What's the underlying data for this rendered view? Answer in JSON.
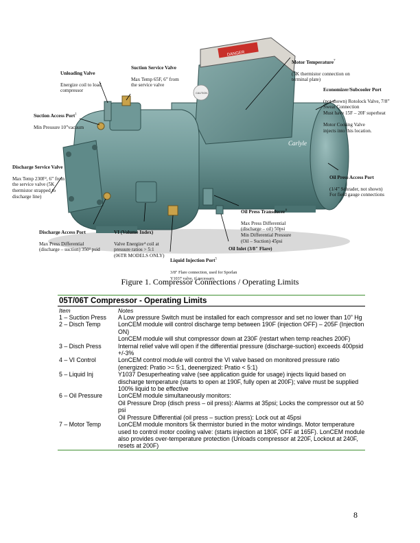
{
  "figure": {
    "callouts": [
      {
        "id": "unloading",
        "title": "Unloading Valve",
        "sup": "",
        "body": "Energize coil to load\ncompressor"
      },
      {
        "id": "suction-service",
        "title": "Suction Service Valve",
        "sup": "",
        "body": "Max Temp 65F, 6” from\nthe service valve"
      },
      {
        "id": "motor-temp",
        "title": "Motor Temperature",
        "sup": "7",
        "body": "(5K thermistor connection on\nterminal plate)"
      },
      {
        "id": "economizer",
        "title": "Economizer/Subcooler Port",
        "sup": "",
        "body": "(not shown) Rotolock Valve, 7/8”\nSweat Connection\nMust have 15F – 20F superheat\n\nMotor Cooling Valve\ninjects into this location."
      },
      {
        "id": "suction-access",
        "title": "Suction Access Port",
        "sup": "1",
        "body": "Min Pressure 10”vacuum"
      },
      {
        "id": "discharge-service",
        "title": "Discharge Service Valve",
        "sup": "",
        "body": "Max Temp 230F², 6” from\nthe service valve (5K\nthermistor strapped to\ndischarge line)"
      },
      {
        "id": "oil-press-access",
        "title": "Oil Press Access Port",
        "sup": "",
        "body": "(1/4” Schrader, not shown)\nFor field gauge connections"
      },
      {
        "id": "oil-press-transducer",
        "title": "Oil Press Transducer",
        "sup": "6",
        "body": "Max Press Differential\n(discharge – oil) 50psi\nMin Differential Pressure\n(Oil – Suction) 45psi"
      },
      {
        "id": "discharge-access",
        "title": "Discharge Access Port",
        "sup": "",
        "body": "Max Press Differential\n(discharge – suction) 350³ psid"
      },
      {
        "id": "vi-valve",
        "title": "VI (Volume Index)",
        "sup": "",
        "body": "Valve Energize⁴ coil at\npressure ratios > 5:1\n(06TR MODELS ONLY)"
      },
      {
        "id": "oil-inlet",
        "title": "Oil Inlet (3/8\" Flare)",
        "sup": "",
        "body": ""
      },
      {
        "id": "liquid-injection",
        "title": "Liquid Injection Port",
        "sup": "5",
        "body": "3/8\" Flare connection, used for Sporlan\nY1037 valve, if necessary."
      }
    ],
    "nameplate": "Carlyle",
    "danger_label": "DANGER",
    "caution_label": "CAUTION"
  },
  "caption": "Figure 1.  Compressor Connections / Operating Limits",
  "limits": {
    "title": "05T/06T Compressor - Operating Limits",
    "col_item": "Item",
    "col_notes": "Notes",
    "rows": [
      {
        "item": "1 – Suction Press",
        "notes": [
          "A Low pressure Switch must be installed for each compressor and set no lower than 10” Hg"
        ]
      },
      {
        "item": "2 – Disch Temp",
        "notes": [
          "LonCEM module will control discharge temp between 190F (injection OFF) – 205F (Injection ON)",
          "LonCEM module will shut compressor down at 230F (restart when temp reaches 200F)"
        ]
      },
      {
        "item": "3 – Disch Press",
        "notes": [
          "Internal relief valve will open if the differential pressure (discharge-suction) exceeds 400psid +/-3%"
        ]
      },
      {
        "item": "4 – VI Control",
        "notes": [
          "LonCEM control module will control the VI valve based on monitored pressure ratio (energized: Pratio >= 5:1, deenergized: Pratio < 5:1)"
        ]
      },
      {
        "item": "5 – Liquid Inj",
        "notes": [
          "Y1037 Desuperheating valve (see application guide for usage) injects liquid based on discharge temperature (starts to open at 190F, fully open at 200F); valve must be supplied 100% liquid to be effective"
        ]
      },
      {
        "item": "6 – Oil Pressure",
        "notes": [
          "LonCEM module simultaneously monitors:",
          "Oil Pressure Drop (disch press – oil press): Alarms at 35psi; Locks the compressor out at 50 psi",
          "Oil Pressure Differential (oil press – suction press): Lock out at 45psi"
        ]
      },
      {
        "item": "7 – Motor Temp",
        "notes": [
          "LonCEM module monitors 5k thermistor buried in the motor windings.  Motor temperature used to control motor cooling valve:  (starts injection at 180F, OFF at 165F).  LonCEM module also provides over-temperature protection (Unloads compressor at 220F, Lockout at 240F, resets at 200F)"
        ]
      }
    ]
  },
  "page_number": "8"
}
